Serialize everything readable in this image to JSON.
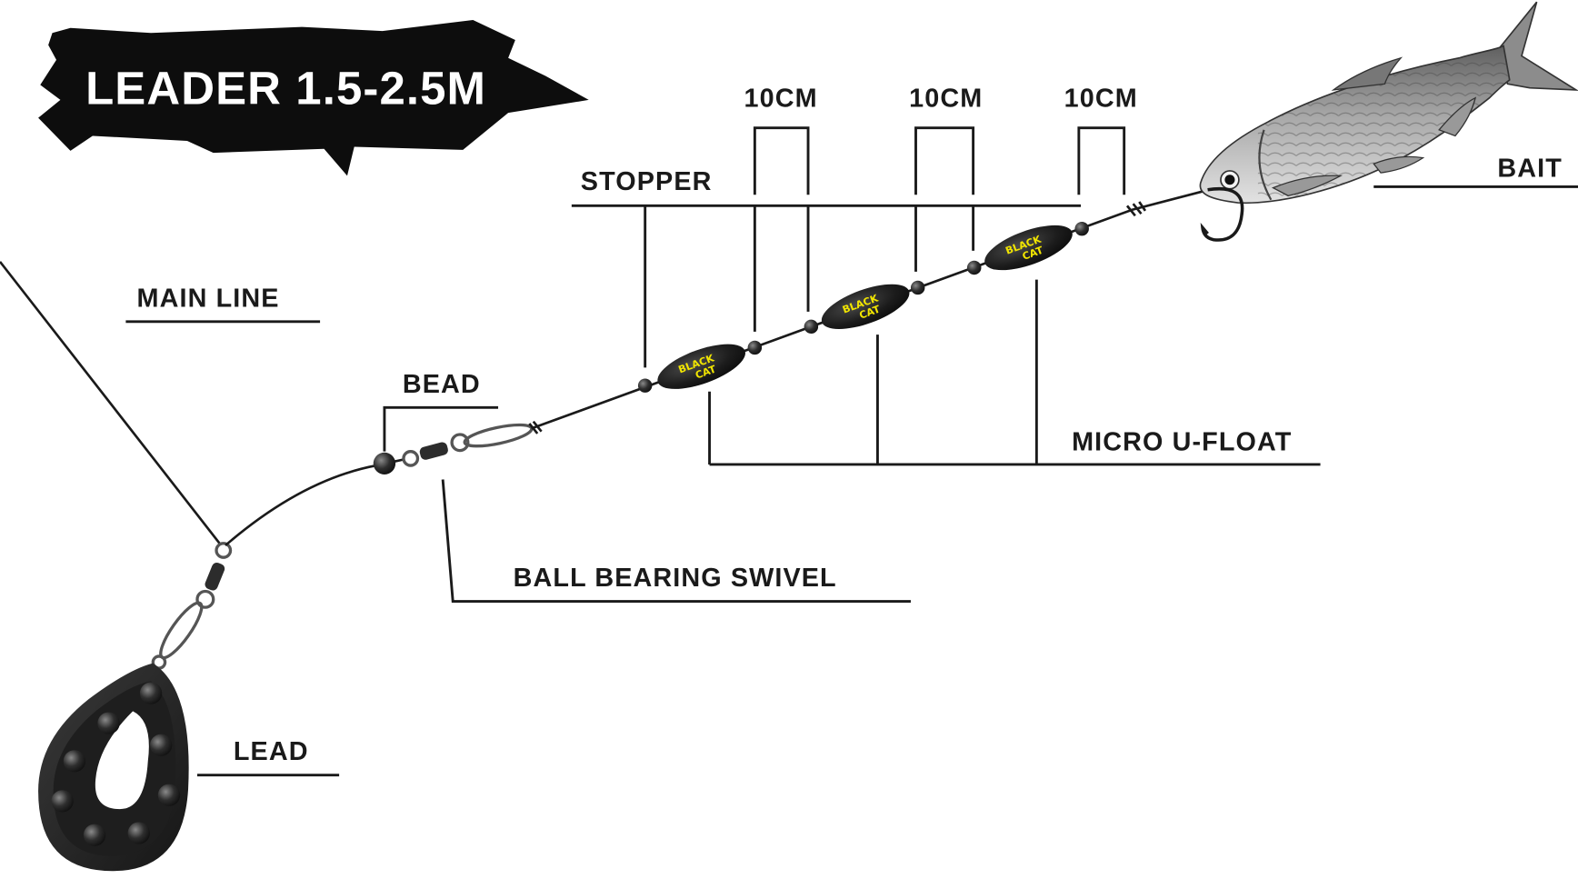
{
  "banner": {
    "text": "LEADER 1.5-2.5M"
  },
  "labels": {
    "main_line": "MAIN LINE",
    "bead": "BEAD",
    "ball_bearing_swivel": "BALL BEARING SWIVEL",
    "lead": "LEAD",
    "stopper": "STOPPER",
    "micro_u_float": "MICRO U-FLOAT",
    "bait": "BAIT"
  },
  "spacings": [
    "10CM",
    "10CM",
    "10CM"
  ],
  "float_logo": {
    "line1": "BLACK",
    "line2": "CAT"
  },
  "colors": {
    "line": "#1a1a1a",
    "float": "#1c1c1c",
    "logo": "#f2e600",
    "banner": "#0d0d0d",
    "fish_back": "#6e6e6e",
    "fish_belly": "#d8d8d8",
    "lead": "#2b2b2b"
  }
}
